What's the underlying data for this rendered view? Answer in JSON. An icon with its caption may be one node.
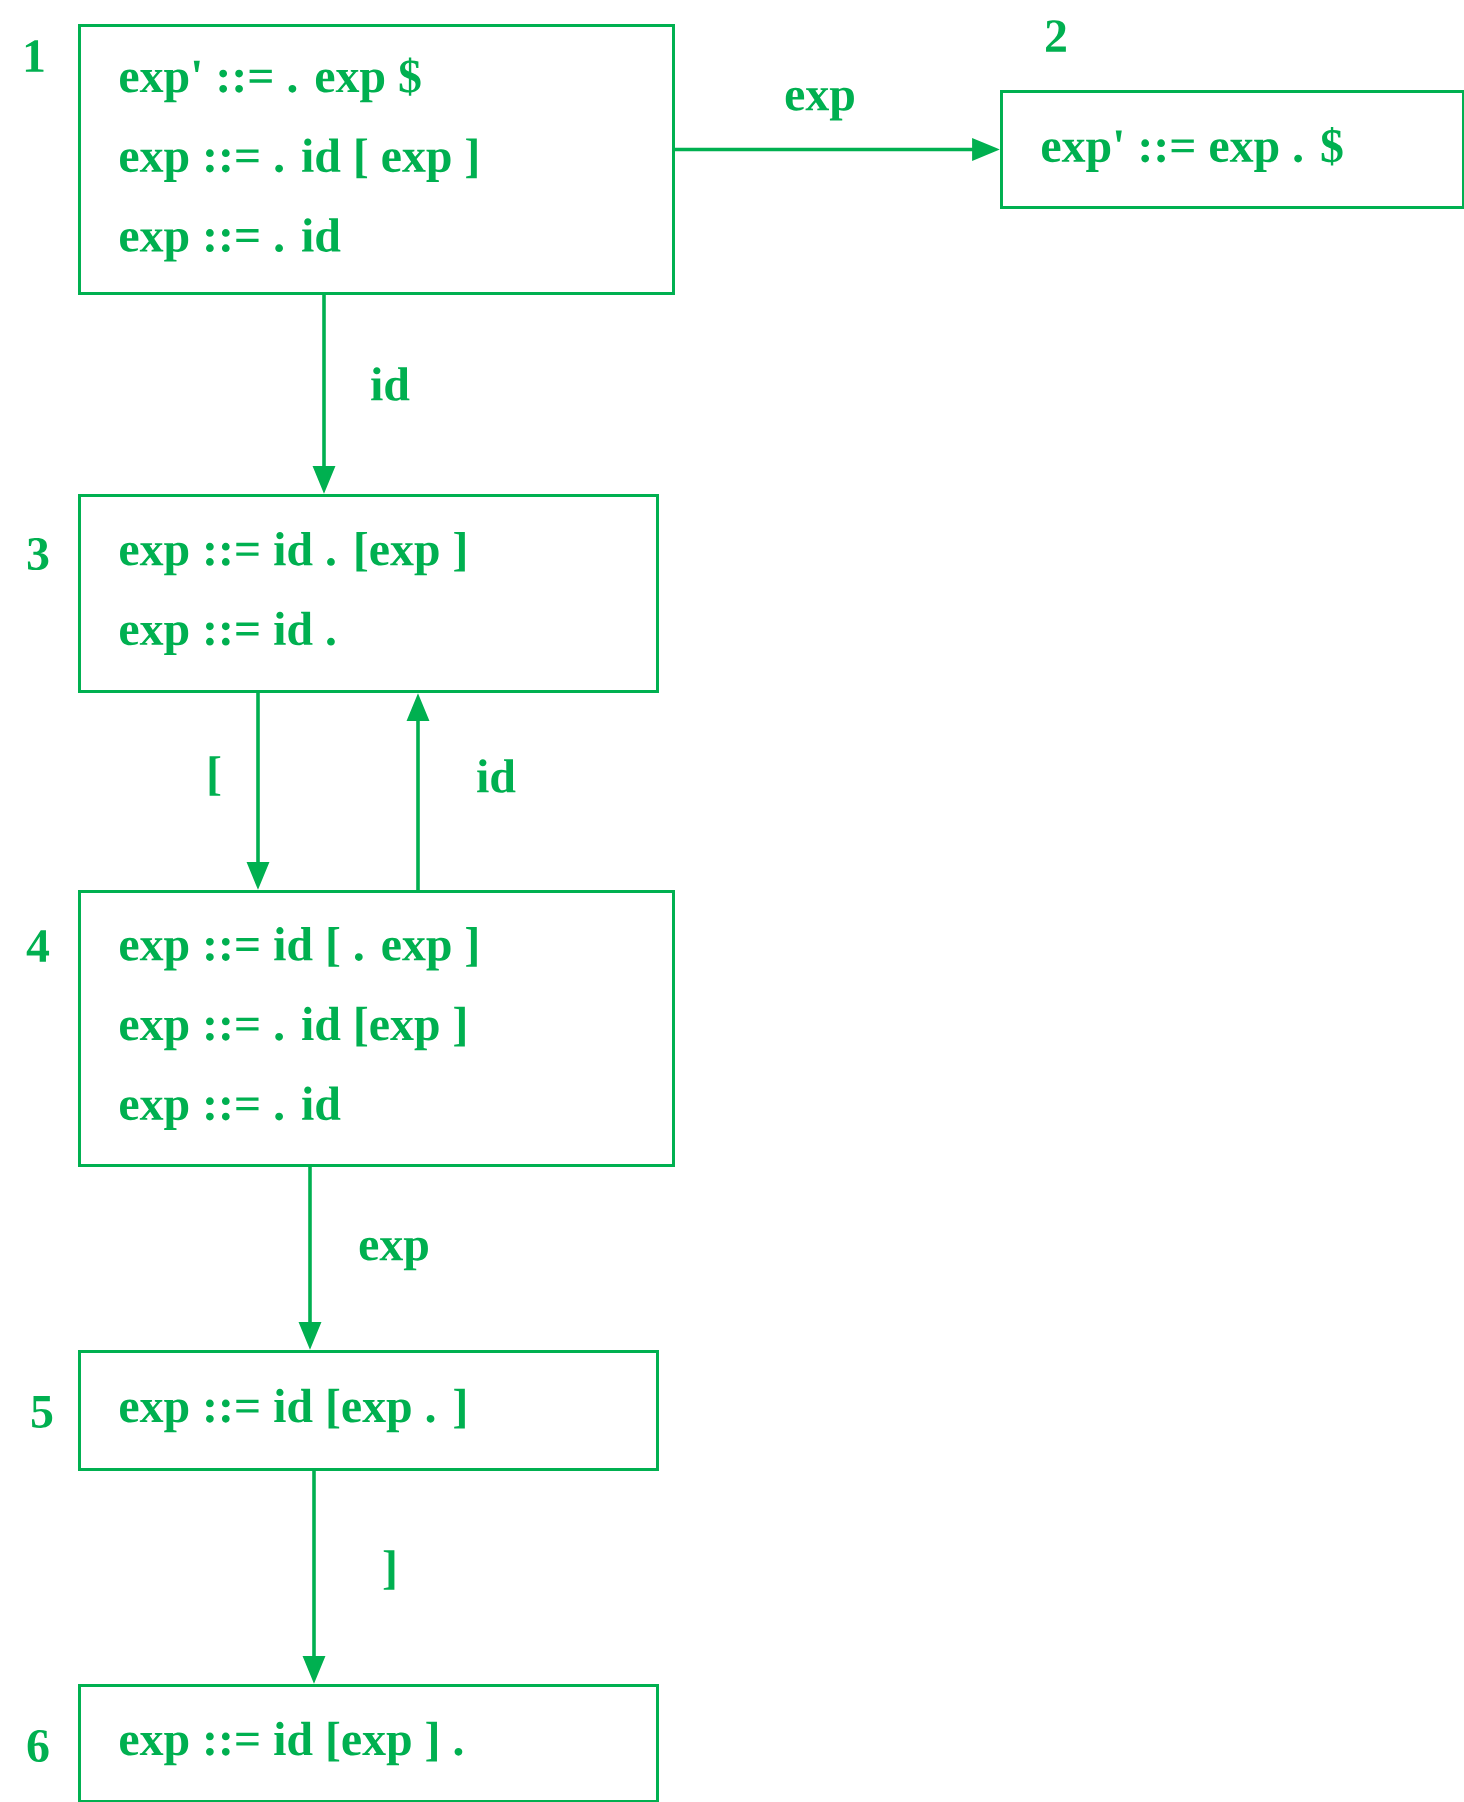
{
  "diagram": {
    "nodes": [
      {
        "text": [
          "exp' ::= . exp $",
          "exp ::= . id  [ exp ]",
          "exp ::= . id"
        ],
        "beside": [
          "1"
        ]
      },
      {
        "text": [
          "exp' ::= exp . $"
        ],
        "beside": [
          "2"
        ]
      },
      {
        "text": [
          "exp ::= id .  [exp ]",
          "exp ::= id ."
        ],
        "beside": [
          "3"
        ]
      },
      {
        "text": [
          "exp ::= id  [ . exp ]",
          "exp ::= . id  [exp ]",
          "exp ::= . id"
        ],
        "beside": [
          "4"
        ]
      },
      {
        "text": [
          "exp ::= id  [exp . ]"
        ],
        "beside": [
          "5"
        ]
      },
      {
        "text": [
          "exp ::= id  [exp ] ."
        ],
        "beside": [
          "6"
        ]
      }
    ],
    "edges": [
      {
        "from": 0,
        "to": 1,
        "arrow": "to",
        "label": "exp"
      },
      {
        "from": 0,
        "to": 2,
        "arrow": "to",
        "label": "id"
      },
      {
        "from": 2,
        "to": 3,
        "arrow": "to",
        "label": "["
      },
      {
        "from": 3,
        "to": 2,
        "arrow": "to",
        "label": "id"
      },
      {
        "from": 3,
        "to": 4,
        "arrow": "to",
        "label": "exp"
      },
      {
        "from": 4,
        "to": 5,
        "arrow": "to",
        "label": "]"
      }
    ]
  }
}
